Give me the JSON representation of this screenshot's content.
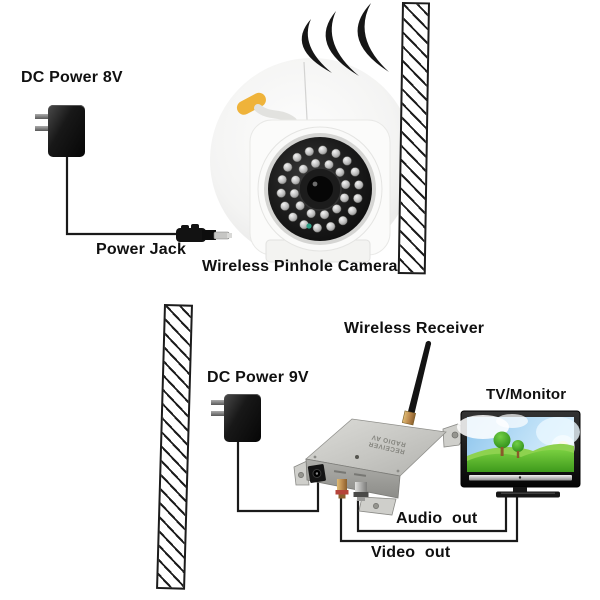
{
  "top_section": {
    "power_label": "DC Power 8V",
    "jack_label": "Power Jack",
    "camera_label": "Wireless Pinhole Camera"
  },
  "bottom_section": {
    "receiver_label": "Wireless Receiver",
    "power_label": "DC Power 9V",
    "tv_label": "TV/Monitor",
    "audio_label": "Audio out",
    "video_label": "Video out",
    "receiver_text_line1": "RADIO AV",
    "receiver_text_line2": "RECEIVER"
  },
  "camera": {
    "led_count_outer": 18,
    "led_count_inner": 12
  },
  "colors": {
    "wire": "#1a1a1a",
    "wall_hatch": "#1c1c1c",
    "adapter_body": "#141414",
    "signal_arc": "#161616",
    "camera_face": "#141414",
    "receiver_metal": "#c9c9c5",
    "antenna": "#141414",
    "rca_gold": "#c09050",
    "rca_silver": "#b9b9b9",
    "tv_sky": "#9fd0f2",
    "tv_grass": "#5fc32f",
    "tree_green": "#3aa31f"
  }
}
